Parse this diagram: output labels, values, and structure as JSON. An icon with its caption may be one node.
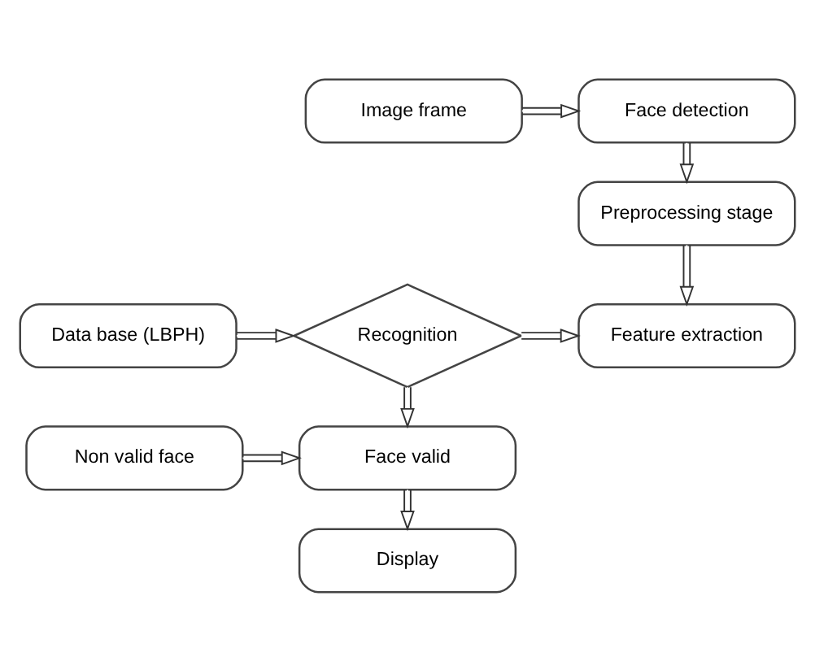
{
  "diagram": {
    "nodes": [
      {
        "text": [
          "Image frame"
        ]
      },
      {
        "text": [
          "Face detection"
        ]
      },
      {
        "text": [
          "Preprocessing stage"
        ]
      },
      {
        "text": [
          "Data base (LBPH)"
        ]
      },
      {
        "text": [
          "Recognition"
        ]
      },
      {
        "text": [
          "Feature extraction"
        ]
      },
      {
        "text": [
          "Non valid face"
        ]
      },
      {
        "text": [
          "Face valid"
        ]
      },
      {
        "text": [
          "Display"
        ]
      }
    ],
    "edges": [
      {
        "from": 0,
        "to": 1,
        "arrow": "to"
      },
      {
        "from": 1,
        "to": 2,
        "arrow": "to"
      },
      {
        "from": 2,
        "to": 5,
        "arrow": "to"
      },
      {
        "from": 3,
        "to": 4,
        "arrow": "to"
      },
      {
        "from": 4,
        "to": 5,
        "arrow": "to"
      },
      {
        "from": 4,
        "to": 7,
        "arrow": "to"
      },
      {
        "from": 6,
        "to": 7,
        "arrow": "to"
      },
      {
        "from": 7,
        "to": 8,
        "arrow": "to"
      }
    ]
  }
}
